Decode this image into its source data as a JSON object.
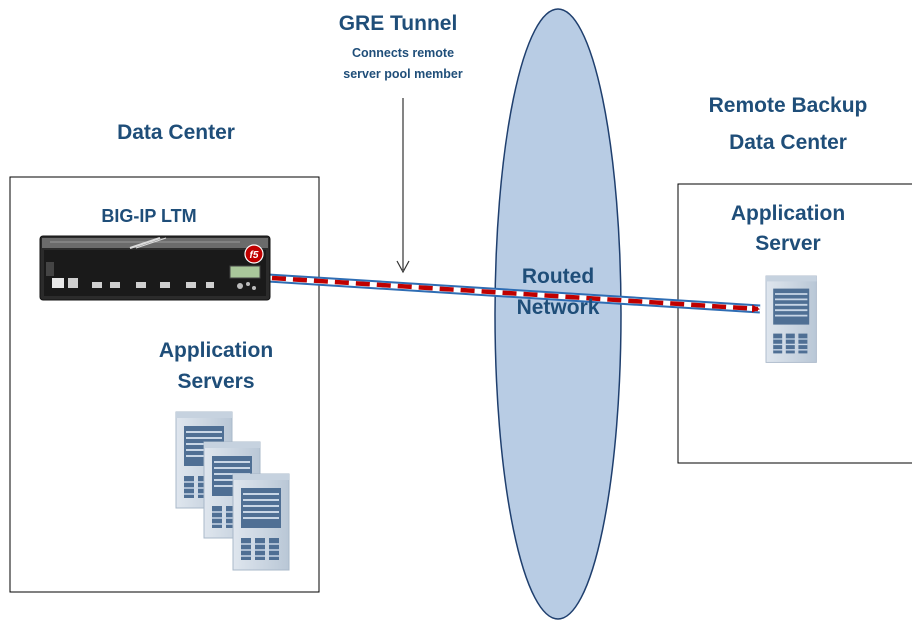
{
  "diagram": {
    "tunnel_label": "GRE Tunnel",
    "tunnel_desc_line1": "Connects remote",
    "tunnel_desc_line2": "server pool member",
    "data_center_label": "Data Center",
    "remote_label_line1": "Remote Backup",
    "remote_label_line2": "Data Center",
    "bigip_label": "BIG-IP LTM",
    "app_servers_line1": "Application",
    "app_servers_line2": "Servers",
    "network_line1": "Routed",
    "network_line2": "Network",
    "app_server_line1": "Application",
    "app_server_line2": "Server",
    "brand_mark": "f5"
  },
  "colors": {
    "label_text": "#1f4e79",
    "network_fill": "#b8cce4",
    "network_stroke": "#1f3f6e",
    "tunnel_blue": "#2e6db4",
    "tunnel_red": "#c00000",
    "box_stroke": "#000000"
  },
  "icons": [
    "server-icon",
    "router-appliance-icon",
    "arrow-icon"
  ]
}
